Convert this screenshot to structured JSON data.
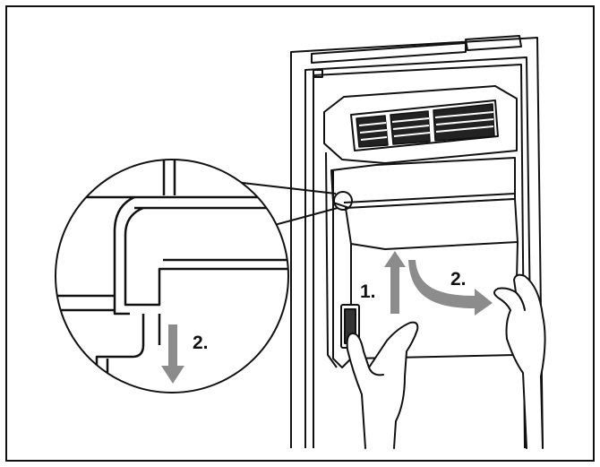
{
  "figure": {
    "step_labels": {
      "step1": "1.",
      "step2_main": "2.",
      "step2_detail": "2."
    },
    "colors": {
      "line": "#111111",
      "arrow": "#8c8c8c",
      "shade": "#d9d9d9",
      "background": "#ffffff"
    },
    "icons": {
      "up_arrow": "arrow-up-icon",
      "curved_arrow": "arrow-curved-right-icon",
      "down_arrow": "arrow-down-icon"
    }
  }
}
